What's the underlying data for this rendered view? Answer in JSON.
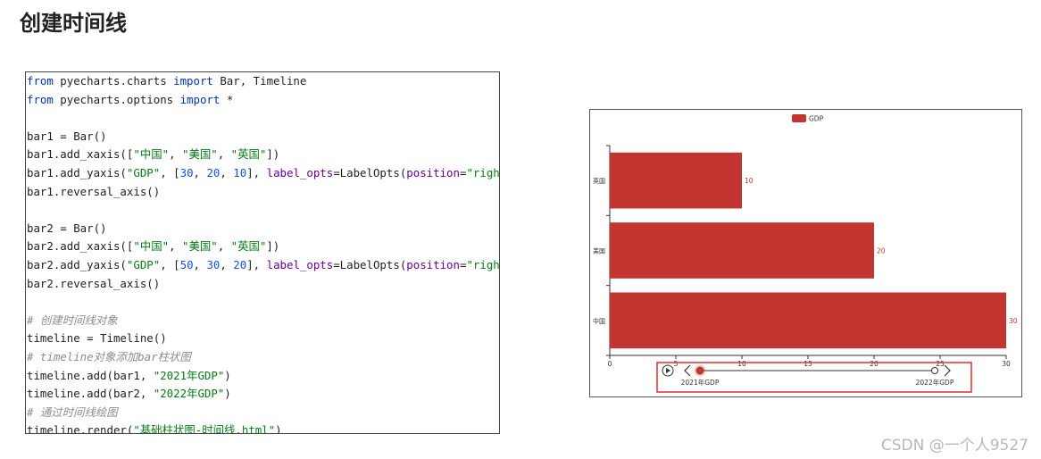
{
  "page": {
    "title": "创建时间线",
    "watermark": "CSDN @一个人9527"
  },
  "code": {
    "lines": [
      [
        {
          "t": "from",
          "c": "kw"
        },
        {
          "t": " pyecharts.charts ",
          "c": ""
        },
        {
          "t": "import",
          "c": "kw"
        },
        {
          "t": " Bar, Timeline",
          "c": ""
        }
      ],
      [
        {
          "t": "from",
          "c": "kw"
        },
        {
          "t": " pyecharts.options ",
          "c": ""
        },
        {
          "t": "import",
          "c": "kw"
        },
        {
          "t": " *",
          "c": ""
        }
      ],
      [],
      [
        {
          "t": "bar1 = Bar()",
          "c": ""
        }
      ],
      [
        {
          "t": "bar1.add_xaxis([",
          "c": ""
        },
        {
          "t": "\"中国\"",
          "c": "str"
        },
        {
          "t": ", ",
          "c": ""
        },
        {
          "t": "\"美国\"",
          "c": "str"
        },
        {
          "t": ", ",
          "c": ""
        },
        {
          "t": "\"英国\"",
          "c": "str"
        },
        {
          "t": "])",
          "c": ""
        }
      ],
      [
        {
          "t": "bar1.add_yaxis(",
          "c": ""
        },
        {
          "t": "\"GDP\"",
          "c": "str"
        },
        {
          "t": ", [",
          "c": ""
        },
        {
          "t": "30",
          "c": "num"
        },
        {
          "t": ", ",
          "c": ""
        },
        {
          "t": "20",
          "c": "num"
        },
        {
          "t": ", ",
          "c": ""
        },
        {
          "t": "10",
          "c": "num"
        },
        {
          "t": "], ",
          "c": ""
        },
        {
          "t": "label_opts",
          "c": "kwarg"
        },
        {
          "t": "=LabelOpts(",
          "c": ""
        },
        {
          "t": "position",
          "c": "kwarg"
        },
        {
          "t": "=",
          "c": ""
        },
        {
          "t": "\"right\"",
          "c": "str"
        },
        {
          "t": "))",
          "c": ""
        }
      ],
      [
        {
          "t": "bar1.reversal_axis()",
          "c": ""
        }
      ],
      [],
      [
        {
          "t": "bar2 = Bar()",
          "c": ""
        }
      ],
      [
        {
          "t": "bar2.add_xaxis([",
          "c": ""
        },
        {
          "t": "\"中国\"",
          "c": "str"
        },
        {
          "t": ", ",
          "c": ""
        },
        {
          "t": "\"美国\"",
          "c": "str"
        },
        {
          "t": ", ",
          "c": ""
        },
        {
          "t": "\"英国\"",
          "c": "str"
        },
        {
          "t": "])",
          "c": ""
        }
      ],
      [
        {
          "t": "bar2.add_yaxis(",
          "c": ""
        },
        {
          "t": "\"GDP\"",
          "c": "str"
        },
        {
          "t": ", [",
          "c": ""
        },
        {
          "t": "50",
          "c": "num"
        },
        {
          "t": ", ",
          "c": ""
        },
        {
          "t": "30",
          "c": "num"
        },
        {
          "t": ", ",
          "c": ""
        },
        {
          "t": "20",
          "c": "num"
        },
        {
          "t": "], ",
          "c": ""
        },
        {
          "t": "label_opts",
          "c": "kwarg"
        },
        {
          "t": "=LabelOpts(",
          "c": ""
        },
        {
          "t": "position",
          "c": "kwarg"
        },
        {
          "t": "=",
          "c": ""
        },
        {
          "t": "\"right\"",
          "c": "str"
        },
        {
          "t": "))",
          "c": ""
        }
      ],
      [
        {
          "t": "bar2.reversal_axis()",
          "c": ""
        }
      ],
      [],
      [
        {
          "t": "# 创建时间线对象",
          "c": "cmt"
        }
      ],
      [
        {
          "t": "timeline = Timeline()",
          "c": ""
        }
      ],
      [
        {
          "t": "# timeline对象添加bar柱状图",
          "c": "cmt"
        }
      ],
      [
        {
          "t": "timeline.add(bar1, ",
          "c": ""
        },
        {
          "t": "\"2021年GDP\"",
          "c": "str"
        },
        {
          "t": ")",
          "c": ""
        }
      ],
      [
        {
          "t": "timeline.add(bar2, ",
          "c": ""
        },
        {
          "t": "\"2022年GDP\"",
          "c": "str"
        },
        {
          "t": ")",
          "c": ""
        }
      ],
      [
        {
          "t": "# 通过时间线绘图",
          "c": "cmt"
        }
      ],
      [
        {
          "t": "timeline.render(",
          "c": ""
        },
        {
          "t": "\"基础柱状图-时间线.html\"",
          "c": "str"
        },
        {
          "t": ")",
          "c": ""
        }
      ]
    ]
  },
  "chart_data": {
    "type": "bar",
    "orientation": "horizontal",
    "categories": [
      "中国",
      "美国",
      "英国"
    ],
    "series": [
      {
        "name": "GDP",
        "values": [
          30,
          20,
          10
        ]
      }
    ],
    "value_labels": [
      "30",
      "20",
      "10"
    ],
    "xticks": [
      "0",
      "5",
      "10",
      "15",
      "20",
      "25",
      "30"
    ],
    "xlim": [
      0,
      30
    ],
    "legend": "top-center",
    "bar_color": "#c23531",
    "label_color": "#c23531"
  },
  "timeline": {
    "points": [
      "2021年GDP",
      "2022年GDP"
    ],
    "current_index": 0,
    "highlight_color": "#e03030"
  }
}
